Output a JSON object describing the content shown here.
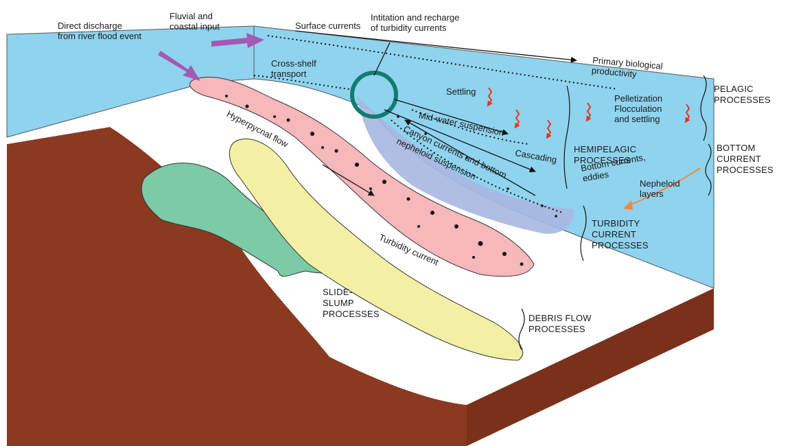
{
  "labels": {
    "direct_discharge": "Direct discharge\nfrom river flood event",
    "fluvial_input": "Fluvial and\ncoastal input",
    "surface_currents": "Surface currents",
    "initiation": "Intitation and recharge\nof turbidity currents",
    "primary_productivity": "Primary biological\nproductivity",
    "cross_shelf": "Cross-shelf\ntransport",
    "settling": "Settling",
    "pelletization": "Pelletization\nFlocculation\nand settling",
    "mid_water": "Mid-water suspension",
    "cascading": "Cascading",
    "canyon_currents": "Canyon currents and bottom",
    "nepheloid_suspension": "nepheloid suspension",
    "hyperpycnal": "Hyperpycnal flow",
    "bottom_currents": "Bottom currents,\neddies",
    "nepheloid_layers": "Nepheloid\nlayers",
    "turbidity_current": "Turbidity current"
  },
  "processes": {
    "pelagic": "PELAGIC\nPROCESSES",
    "bottom_current": "BOTTOM\nCURRENT\nPROCESSES",
    "hemipelagic": "HEMIPELAGIC\nPROCESSES",
    "turbidity": "TURBIDITY\nCURRENT\nPROCESSES",
    "slide_slump": "SLIDE-\nSLUMP\nPROCESSES",
    "debris_flow": "DEBRIS FLOW\nPROCESSES"
  },
  "colors": {
    "water": "#8fd3ee",
    "seabed": "#8b3a21",
    "turbidity_lobe": "#f6b8bb",
    "debris_lobe": "#f3f0a6",
    "slump_lobe": "#7ccaa6",
    "nepheloid": "#a9b7e1",
    "feeder_arrow": "#a45ab4",
    "settling_arrow": "#e8321e",
    "bottom_arrow": "#f08a3a",
    "canyon_ring": "#137c70"
  }
}
